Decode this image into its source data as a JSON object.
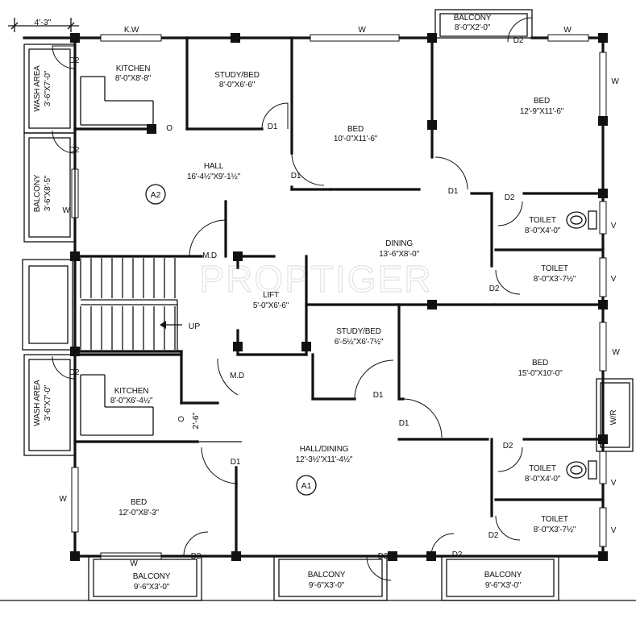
{
  "watermark": "PROPTIGER",
  "dimension_top_left": "4'-3\"",
  "dimension_mid": "2'-6\"",
  "up_label": "UP",
  "units": {
    "A2": "A2",
    "A1": "A1"
  },
  "rooms": {
    "kitchen_top": {
      "name": "KITCHEN",
      "size": "8'-0\"X8'-8\""
    },
    "wash_top": {
      "name": "WASH AREA",
      "size": "3'-6\"X7'-0\""
    },
    "study_top": {
      "name": "STUDY/BED",
      "size": "8'-0\"X6'-6\""
    },
    "bed_top_mid": {
      "name": "BED",
      "size": "10'-0\"X11'-6\""
    },
    "bed_top_right": {
      "name": "BED",
      "size": "12'-9\"X11'-6\""
    },
    "balcony_top": {
      "name": "BALCONY",
      "size": "8'-0\"X2'-0\""
    },
    "hall_top": {
      "name": "HALL",
      "size": "16'-4½\"X9'-1½\""
    },
    "balcony_left": {
      "name": "BALCONY",
      "size": "3'-6\"X8'-5\""
    },
    "dining_top": {
      "name": "DINING",
      "size": "13'-6\"X8'-0\""
    },
    "toilet_r1": {
      "name": "TOILET",
      "size": "8'-0\"X4'-0\""
    },
    "toilet_r2": {
      "name": "TOILET",
      "size": "8'-0\"X3'-7½\""
    },
    "lift": {
      "name": "LIFT",
      "size": "5'-0\"X6'-6\""
    },
    "study_bottom": {
      "name": "STUDY/BED",
      "size": "6'-5½\"X6'-7½\""
    },
    "bed_bottom_right": {
      "name": "BED",
      "size": "15'-0\"X10'-0\""
    },
    "kitchen_bottom": {
      "name": "KITCHEN",
      "size": "8'-0\"X6'-4½\""
    },
    "wash_bottom": {
      "name": "WASH AREA",
      "size": "3'-6\"X7'-0\""
    },
    "hall_dining": {
      "name": "HALL/DINING",
      "size": "12'-3½\"X11'-4½\""
    },
    "toilet_r3": {
      "name": "TOILET",
      "size": "8'-0\"X4'-0\""
    },
    "toilet_r4": {
      "name": "TOILET",
      "size": "8'-0\"X3'-7½\""
    },
    "bed_bottom_left": {
      "name": "BED",
      "size": "12'-0\"X8'-3\""
    },
    "balcony_b1": {
      "name": "BALCONY",
      "size": "9'-6\"X3'-0\""
    },
    "balcony_b2": {
      "name": "BALCONY",
      "size": "9'-6\"X3'-0\""
    },
    "balcony_b3": {
      "name": "BALCONY",
      "size": "9'-6\"X3'-0\""
    }
  },
  "wr_label": "W/R",
  "door_labels": {
    "d2": "D2",
    "d1": "D1",
    "md": "M.D",
    "o": "O",
    "w": "W",
    "kw": "K.W",
    "v": "V"
  }
}
